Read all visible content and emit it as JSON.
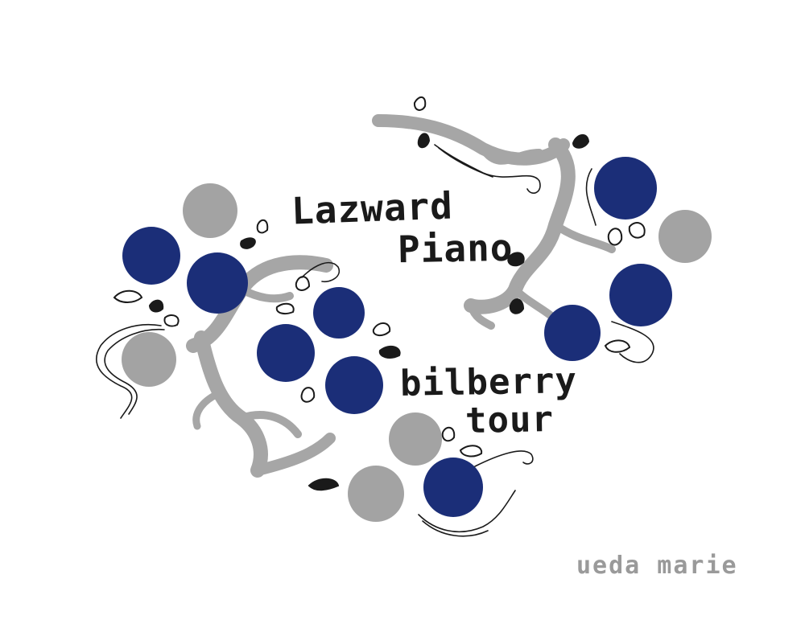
{
  "artwork": {
    "title_line_1": "Lazward",
    "title_line_2": "Piano",
    "subtitle_line_1": "bilberry",
    "subtitle_line_2": "tour",
    "author": "ueda marie"
  },
  "colors": {
    "background": "#ffffff",
    "berry_blue": "#1b2e78",
    "berry_grey": "#a3a3a3",
    "branch_grey": "#a6a6a6",
    "ink": "#1a1a1a",
    "author_text": "#9a9a9a"
  },
  "icons": [
    "blue-berry-icon",
    "grey-berry-icon",
    "leaf-icon",
    "branch-icon",
    "tendril-icon"
  ]
}
